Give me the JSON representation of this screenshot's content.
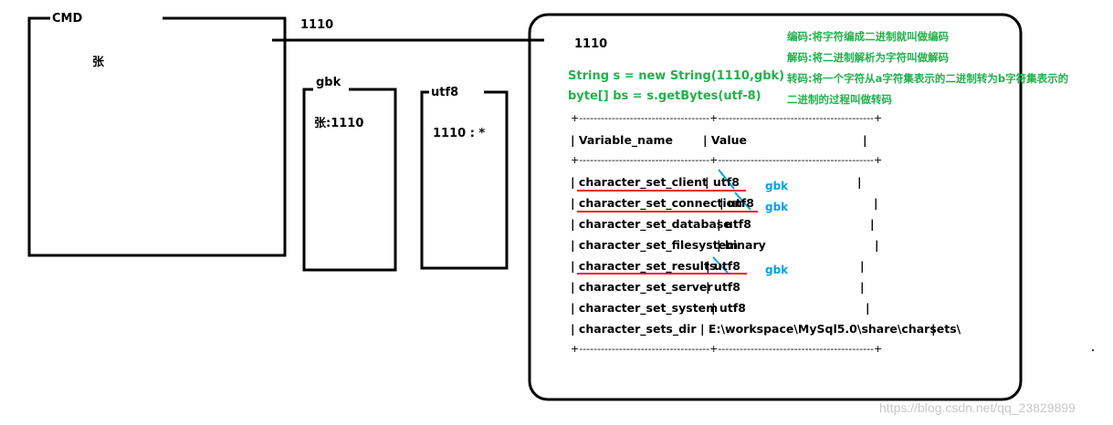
{
  "cmd_box": {
    "title": "CMD",
    "char": "张"
  },
  "wire_label": "1110",
  "gbk_box": {
    "title": "gbk",
    "content": "张:1110"
  },
  "utf8_box": {
    "title": "utf8",
    "content": "1110 : *"
  },
  "server_box": {
    "value": "1110",
    "code_lines": [
      "String s = new String(1110,gbk)",
      "byte[] bs = s.getBytes(utf-8)"
    ],
    "definitions": [
      "编码:将字符编成二进制就叫做编码",
      "解码:将二进制解析为字符叫做解码",
      "转码:将一个字符从a字符集表示的二进制转为b字符集表示的",
      "二进制的过程叫做转码"
    ],
    "separator": "+------------------------------------+-------------------------------------------+",
    "header": {
      "col1": "| Variable_name",
      "col2": "| Value",
      "end": "|"
    },
    "rows": [
      {
        "name": "| character_set_client",
        "value": "| utf8",
        "end": "|",
        "annotation": "gbk"
      },
      {
        "name": "| character_set_connection",
        "value": "| utf8",
        "end": "|",
        "annotation": "gbk"
      },
      {
        "name": "| character_set_database",
        "value": "| utf8",
        "end": "|",
        "annotation": ""
      },
      {
        "name": "| character_set_filesystem",
        "value": "| binary",
        "end": "|",
        "annotation": ""
      },
      {
        "name": "| character_set_results",
        "value": "| utf8",
        "end": "|",
        "annotation": "gbk"
      },
      {
        "name": "| character_set_server",
        "value": "| utf8",
        "end": "|",
        "annotation": ""
      },
      {
        "name": "| character_set_system",
        "value": "| utf8",
        "end": "|",
        "annotation": ""
      },
      {
        "name": "| character_sets_dir",
        "value": "| E:\\workspace\\MySql5.0\\share\\charsets\\",
        "end": "|",
        "annotation": ""
      }
    ]
  },
  "watermark": "https://blog.csdn.net/qq_23829899",
  "colors": {
    "definitions": "#22b14c",
    "annotation": "#00a2e8",
    "underline": "#ed1c24",
    "strike": "#00a2e8"
  }
}
